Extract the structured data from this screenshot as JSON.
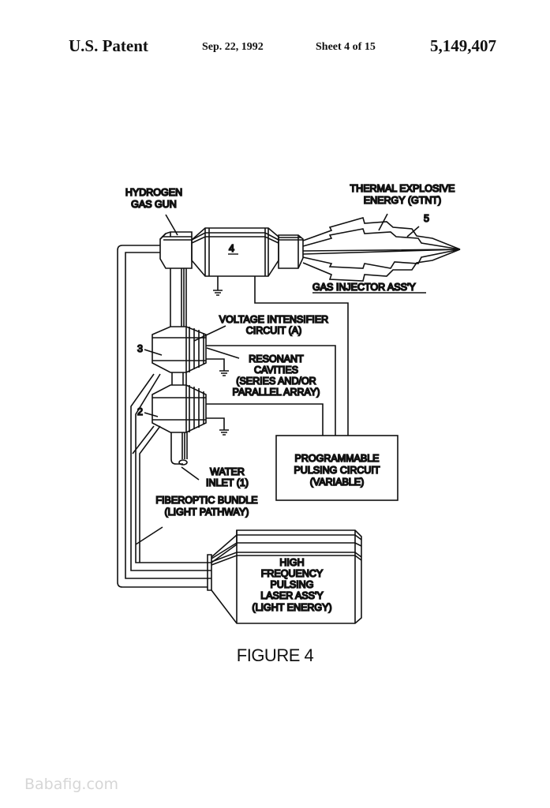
{
  "header": {
    "title": "U.S. Patent",
    "date": "Sep. 22, 1992",
    "sheet": "Sheet 4 of 15",
    "patent_number": "5,149,407"
  },
  "figure": {
    "caption": "FIGURE 4",
    "labels": {
      "hydrogen_gun_l1": "HYDROGEN",
      "hydrogen_gun_l2": "GAS GUN",
      "thermal_l1": "THERMAL EXPLOSIVE",
      "thermal_l2": "ENERGY (GTNT)",
      "ref_5": "5",
      "ref_4": "4",
      "gas_injector": "GAS INJECTOR ASS'Y",
      "voltage_l1": "VOLTAGE INTENSIFIER",
      "voltage_l2": "CIRCUIT (A)",
      "ref_3": "3",
      "resonant_l1": "RESONANT",
      "resonant_l2": "CAVITIES",
      "resonant_l3": "(SERIES AND/OR",
      "resonant_l4": "PARALLEL ARRAY)",
      "ref_2": "2",
      "pulsing_l1": "PROGRAMMABLE",
      "pulsing_l2": "PULSING CIRCUIT",
      "pulsing_l3": "(VARIABLE)",
      "water_l1": "WATER",
      "water_l2": "INLET (1)",
      "fiber_l1": "FIBEROPTIC BUNDLE",
      "fiber_l2": "(LIGHT PATHWAY)",
      "laser_l1": "HIGH",
      "laser_l2": "FREQUENCY",
      "laser_l3": "PULSING",
      "laser_l4": "LASER ASS'Y",
      "laser_l5": "(LIGHT ENERGY)"
    }
  },
  "watermark": "Babafig.com"
}
